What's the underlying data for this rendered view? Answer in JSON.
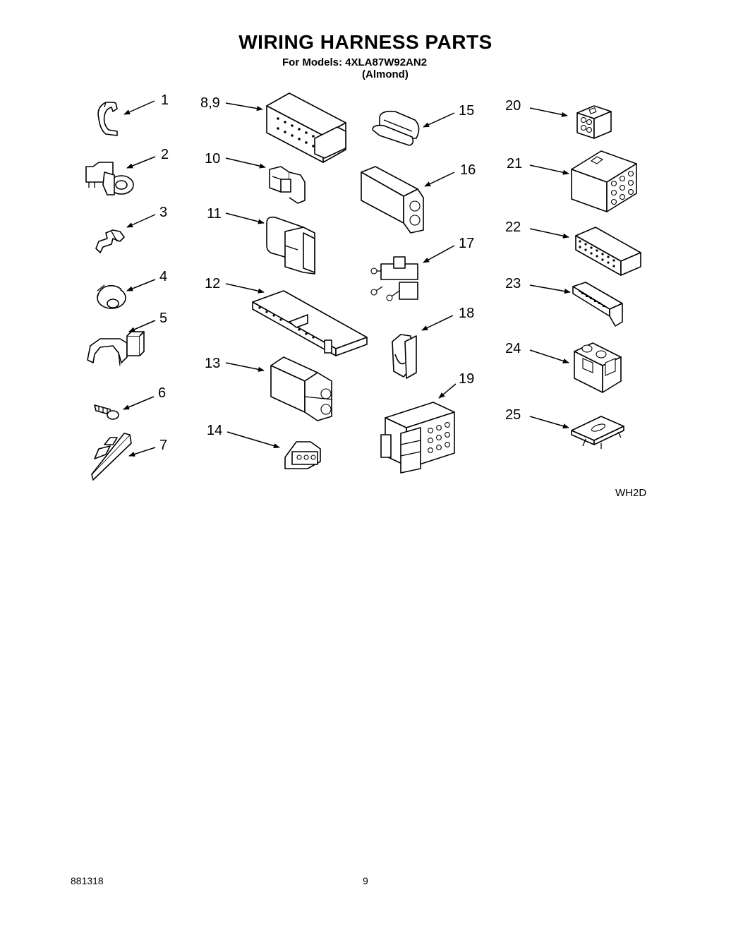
{
  "header": {
    "title": "WIRING HARNESS PARTS",
    "subtitle": "For Models: 4XLA87W92AN2",
    "variant": "(Almond)"
  },
  "diagram_code": "WH2D",
  "footer": {
    "doc_number": "881318",
    "page": "9"
  },
  "callouts": [
    "1",
    "2",
    "3",
    "4",
    "5",
    "6",
    "7",
    "8,9",
    "10",
    "11",
    "12",
    "13",
    "14",
    "15",
    "16",
    "17",
    "18",
    "19",
    "20",
    "21",
    "22",
    "23",
    "24",
    "25"
  ]
}
